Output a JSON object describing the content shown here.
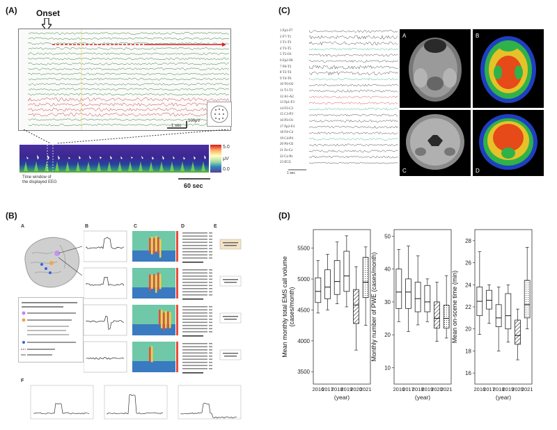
{
  "panels": {
    "A": {
      "label": "(A)",
      "onset_label": "Onset",
      "scale_time": "1 sec",
      "scale_amp": "100μV",
      "window_label": "Time window of\nthe displayed EEG",
      "scale_long": "60 sec",
      "colorbar_top": "5.0",
      "colorbar_mid": "μV",
      "colorbar_bottom": "0.0",
      "channel_count": 19
    },
    "B": {
      "label": "(B)",
      "sub_labels": [
        "A",
        "B",
        "C",
        "D",
        "E",
        "F"
      ]
    },
    "C": {
      "label": "(C)",
      "channels": [
        "1  Fp1-F7",
        "2  F7-T1",
        "3  T1-T3",
        "4  T3-T5",
        "5  T5-O1",
        "6  Fp2-F8",
        "7  F8-T2",
        "8  T2-T4",
        "9  T4-T6",
        "10  T6-O2",
        "11  T1-T2",
        "12  A1-A2",
        "13  Fp1-F3",
        "14  F3-C3",
        "15  C3-P3",
        "16  P3-O1",
        "17  Fp2-F4",
        "18  F4-C4",
        "19  C4-P4",
        "20  P4-O2",
        "21  Fz-Cz",
        "22  Cz-Pz",
        "23  ECG"
      ],
      "scale_time": "1 sec",
      "image_letters": [
        "A",
        "B",
        "C",
        "D"
      ]
    },
    "D": {
      "label": "(D)"
    }
  },
  "chart_data": [
    {
      "type": "box",
      "ylabel": "Mean monthly total EMS call volume\n(cases/month)",
      "xlabel": "(year)",
      "categories": [
        "2016",
        "2017",
        "2018",
        "2019",
        "2020",
        "2021"
      ],
      "ylim": [
        3300,
        5800
      ],
      "yticks": [
        3500,
        4000,
        4500,
        5000,
        5500
      ],
      "boxes": [
        {
          "min": 4450,
          "q1": 4620,
          "median": 4800,
          "q3": 5020,
          "max": 5300,
          "pattern": "none"
        },
        {
          "min": 4500,
          "q1": 4680,
          "median": 4870,
          "q3": 5150,
          "max": 5400,
          "pattern": "none"
        },
        {
          "min": 4600,
          "q1": 4750,
          "median": 4960,
          "q3": 5300,
          "max": 5600,
          "pattern": "none"
        },
        {
          "min": 4550,
          "q1": 4800,
          "median": 5050,
          "q3": 5450,
          "max": 5700,
          "pattern": "none"
        },
        {
          "min": 3850,
          "q1": 4280,
          "median": 4580,
          "q3": 4830,
          "max": 5200,
          "pattern": "hatch"
        },
        {
          "min": 4250,
          "q1": 4700,
          "median": 4950,
          "q3": 5350,
          "max": 5520,
          "pattern": "dots"
        }
      ]
    },
    {
      "type": "box",
      "ylabel": "Monthly number of PWE (cases/month)",
      "xlabel": "(year)",
      "categories": [
        "2016",
        "2017",
        "2018",
        "2019",
        "2020",
        "2021"
      ],
      "ylim": [
        5,
        52
      ],
      "yticks": [
        10,
        20,
        30,
        40,
        50
      ],
      "boxes": [
        {
          "min": 24,
          "q1": 28,
          "median": 33,
          "q3": 40,
          "max": 46,
          "pattern": "none"
        },
        {
          "min": 21,
          "q1": 28,
          "median": 33,
          "q3": 37,
          "max": 47,
          "pattern": "none"
        },
        {
          "min": 23,
          "q1": 27,
          "median": 31,
          "q3": 36,
          "max": 44,
          "pattern": "none"
        },
        {
          "min": 24,
          "q1": 27,
          "median": 30,
          "q3": 35,
          "max": 37,
          "pattern": "none"
        },
        {
          "min": 18,
          "q1": 22,
          "median": 25,
          "q3": 30,
          "max": 36,
          "pattern": "hatch"
        },
        {
          "min": 19,
          "q1": 22,
          "median": 25,
          "q3": 29,
          "max": 38,
          "pattern": "dots"
        }
      ]
    },
    {
      "type": "box",
      "ylabel": "Mean on-scene time (min)",
      "xlabel": "(year)",
      "categories": [
        "2016",
        "2017",
        "2018",
        "2019",
        "2020",
        "2021"
      ],
      "ylim": [
        15,
        29
      ],
      "yticks": [
        16,
        18,
        20,
        22,
        24,
        26,
        28
      ],
      "boxes": [
        {
          "min": 19.5,
          "q1": 21.2,
          "median": 22.5,
          "q3": 23.8,
          "max": 27.0,
          "pattern": "none"
        },
        {
          "min": 20.5,
          "q1": 21.8,
          "median": 22.6,
          "q3": 23.5,
          "max": 24.0,
          "pattern": "none"
        },
        {
          "min": 18.0,
          "q1": 20.2,
          "median": 21.0,
          "q3": 22.2,
          "max": 23.8,
          "pattern": "none"
        },
        {
          "min": 18.8,
          "q1": 20.0,
          "median": 21.2,
          "q3": 23.2,
          "max": 24.0,
          "pattern": "none"
        },
        {
          "min": 17.2,
          "q1": 18.6,
          "median": 19.4,
          "q3": 20.8,
          "max": 21.8,
          "pattern": "hatch"
        },
        {
          "min": 20.0,
          "q1": 21.0,
          "median": 22.2,
          "q3": 24.4,
          "max": 27.4,
          "pattern": "dots"
        }
      ]
    }
  ]
}
